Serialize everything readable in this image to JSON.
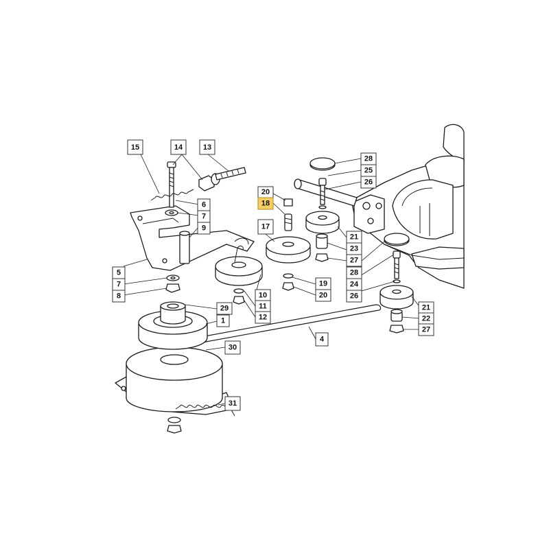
{
  "labels": [
    {
      "id": "l15",
      "text": "15"
    },
    {
      "id": "l14",
      "text": "14"
    },
    {
      "id": "l13",
      "text": "13"
    },
    {
      "id": "l6",
      "text": "6"
    },
    {
      "id": "l7a",
      "text": "7"
    },
    {
      "id": "l9",
      "text": "9"
    },
    {
      "id": "l5",
      "text": "5"
    },
    {
      "id": "l7b",
      "text": "7"
    },
    {
      "id": "l8",
      "text": "8"
    },
    {
      "id": "l20a",
      "text": "20"
    },
    {
      "id": "l18",
      "text": "18",
      "highlighted": true
    },
    {
      "id": "l17",
      "text": "17"
    },
    {
      "id": "l28a",
      "text": "28"
    },
    {
      "id": "l25",
      "text": "25"
    },
    {
      "id": "l26a",
      "text": "26"
    },
    {
      "id": "l21a",
      "text": "21"
    },
    {
      "id": "l23",
      "text": "23"
    },
    {
      "id": "l27a",
      "text": "27"
    },
    {
      "id": "l19",
      "text": "19"
    },
    {
      "id": "l20b",
      "text": "20"
    },
    {
      "id": "l28b",
      "text": "28"
    },
    {
      "id": "l24",
      "text": "24"
    },
    {
      "id": "l26b",
      "text": "26"
    },
    {
      "id": "l21b",
      "text": "21"
    },
    {
      "id": "l22",
      "text": "22"
    },
    {
      "id": "l27b",
      "text": "27"
    },
    {
      "id": "l10",
      "text": "10"
    },
    {
      "id": "l11",
      "text": "11"
    },
    {
      "id": "l12",
      "text": "12"
    },
    {
      "id": "l29",
      "text": "29"
    },
    {
      "id": "l1",
      "text": "1"
    },
    {
      "id": "l4",
      "text": "4"
    },
    {
      "id": "l30",
      "text": "30"
    },
    {
      "id": "l31",
      "text": "31"
    }
  ],
  "colors": {
    "highlight_fill": "#f6cf63",
    "line": "#1a1a1a",
    "background": "#ffffff"
  }
}
